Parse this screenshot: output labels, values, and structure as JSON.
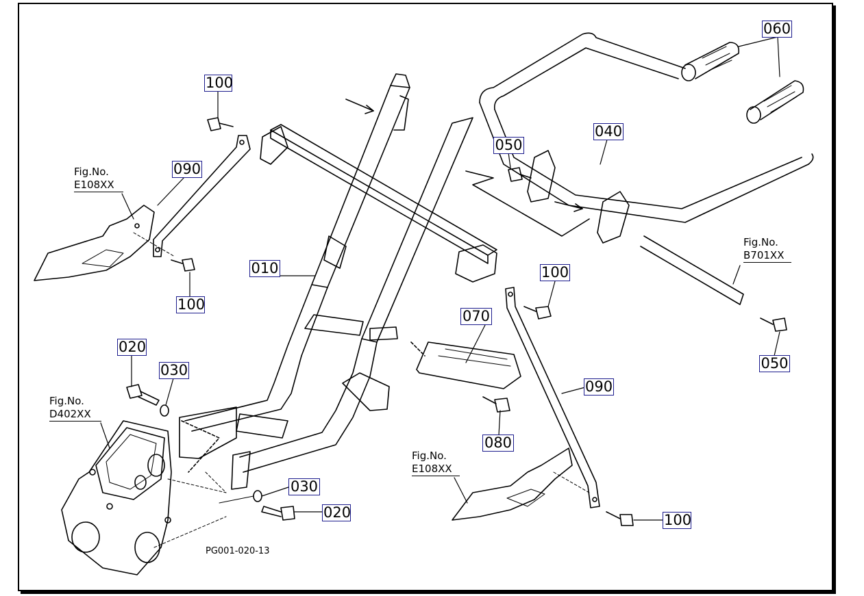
{
  "callouts": {
    "c010": "010",
    "c020a": "020",
    "c020b": "020",
    "c030a": "030",
    "c030b": "030",
    "c040": "040",
    "c050a": "050",
    "c050b": "050",
    "c060": "060",
    "c070": "070",
    "c080": "080",
    "c090a": "090",
    "c090b": "090",
    "c100a": "100",
    "c100b": "100",
    "c100c": "100",
    "c100d": "100"
  },
  "figure_refs": {
    "e108_left": {
      "line1": "Fig.No.",
      "line2": "E108XX"
    },
    "d402": {
      "line1": "Fig.No.",
      "line2": "D402XX"
    },
    "e108_right": {
      "line1": "Fig.No.",
      "line2": "E108XX"
    },
    "b701": {
      "line1": "Fig.No.",
      "line2": "B701XX"
    }
  },
  "drawing_id": "PG001-020-13",
  "colors": {
    "callout_border": "#1a1a8c",
    "line": "#000000"
  }
}
